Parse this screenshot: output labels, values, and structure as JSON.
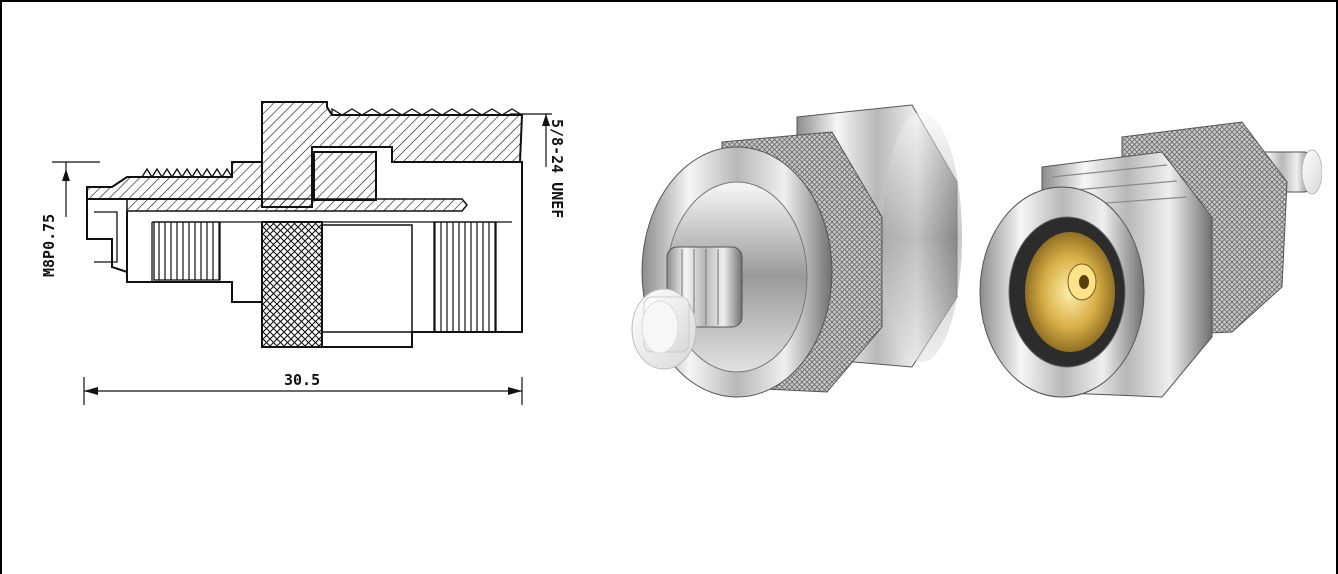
{
  "drawing": {
    "dim_thread_small": "M8P0.75",
    "dim_thread_large": "5/8-24 UNEF",
    "dim_length": "30.5"
  },
  "colors": {
    "frame": "#000000",
    "line": "#111111",
    "metal_light": "#f4f4f4",
    "metal_dark": "#6f6f6f",
    "insulator": "#f2f2f0",
    "gold": "#c9a23a"
  }
}
